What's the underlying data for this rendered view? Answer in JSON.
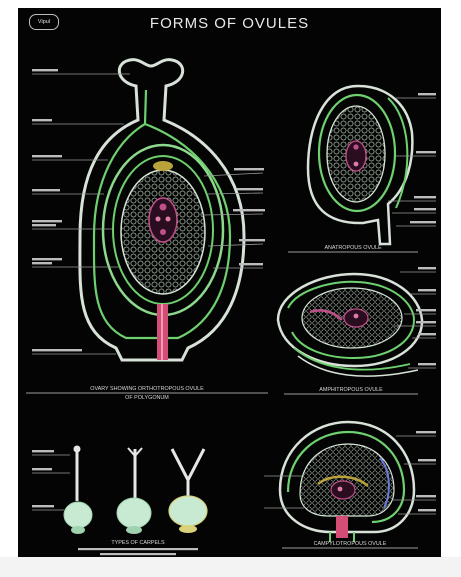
{
  "title": "FORMS OF OVULES",
  "publisher": {
    "logo_text": "Vipul",
    "sub_text": ""
  },
  "captions": {
    "ovary": "OVARY SHOWING ORTHOTROPOUS OVULE",
    "ovary_sub": "OF POLYGONUM",
    "anatropous": "ANATROPOUS OVULE",
    "amphitropous": "AMPHITROPOUS OVULE",
    "campylotropous": "CAMPYLOTROPOUS OVULE",
    "carpels": "TYPES OF CARPELS"
  },
  "colors": {
    "background": "#040404",
    "outline": "#cfd8cf",
    "integument": "#6ed06e",
    "nucellus": "#5fa85f",
    "embryo_sac": "#c0508a",
    "funicle": "#d44d77",
    "cells": "#8fcf8f",
    "carpel_body": "#c9ead2",
    "carpel_style": "#e6e6e6"
  }
}
